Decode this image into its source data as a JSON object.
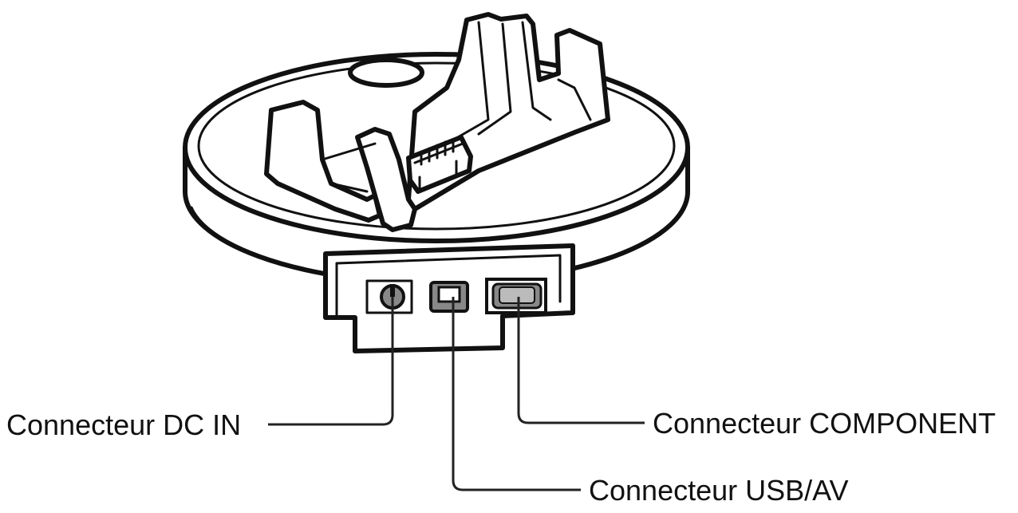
{
  "labels": {
    "dc_in": "Connecteur DC IN",
    "usb_av": "Connecteur USB/AV",
    "component": "Connecteur COMPONENT"
  },
  "colors": {
    "line": "#111111",
    "port_fill": "#888888",
    "background": "#ffffff"
  }
}
